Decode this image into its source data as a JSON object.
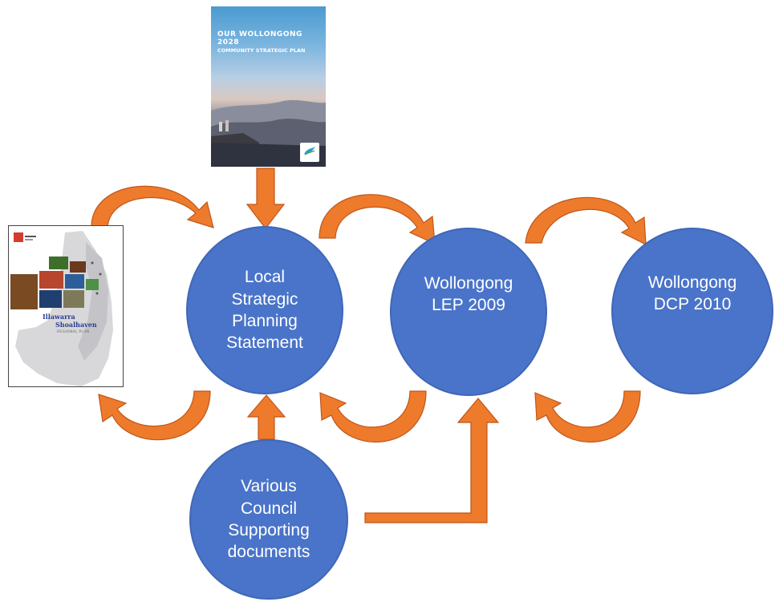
{
  "nodes": {
    "lsps": "Local\nStrategic\nPlanning\nStatement",
    "lep": "Wollongong\nLEP 2009",
    "dcp": "Wollongong\nDCP 2010",
    "supporting": "Various\nCouncil\nSupporting\ndocuments"
  },
  "documents": {
    "community_plan": {
      "title": "OUR WOLLONGONG 2028",
      "subtitle": "COMMUNITY STRATEGIC PLAN"
    },
    "regional_plan": {
      "title_line1": "Illawarra",
      "title_line2": "Shoalhaven",
      "subtitle": "REGIONAL PLAN"
    }
  },
  "colors": {
    "node_fill": "#4a74c9",
    "arrow_fill": "#ee7a2c",
    "arrow_stroke": "#c0561a"
  }
}
